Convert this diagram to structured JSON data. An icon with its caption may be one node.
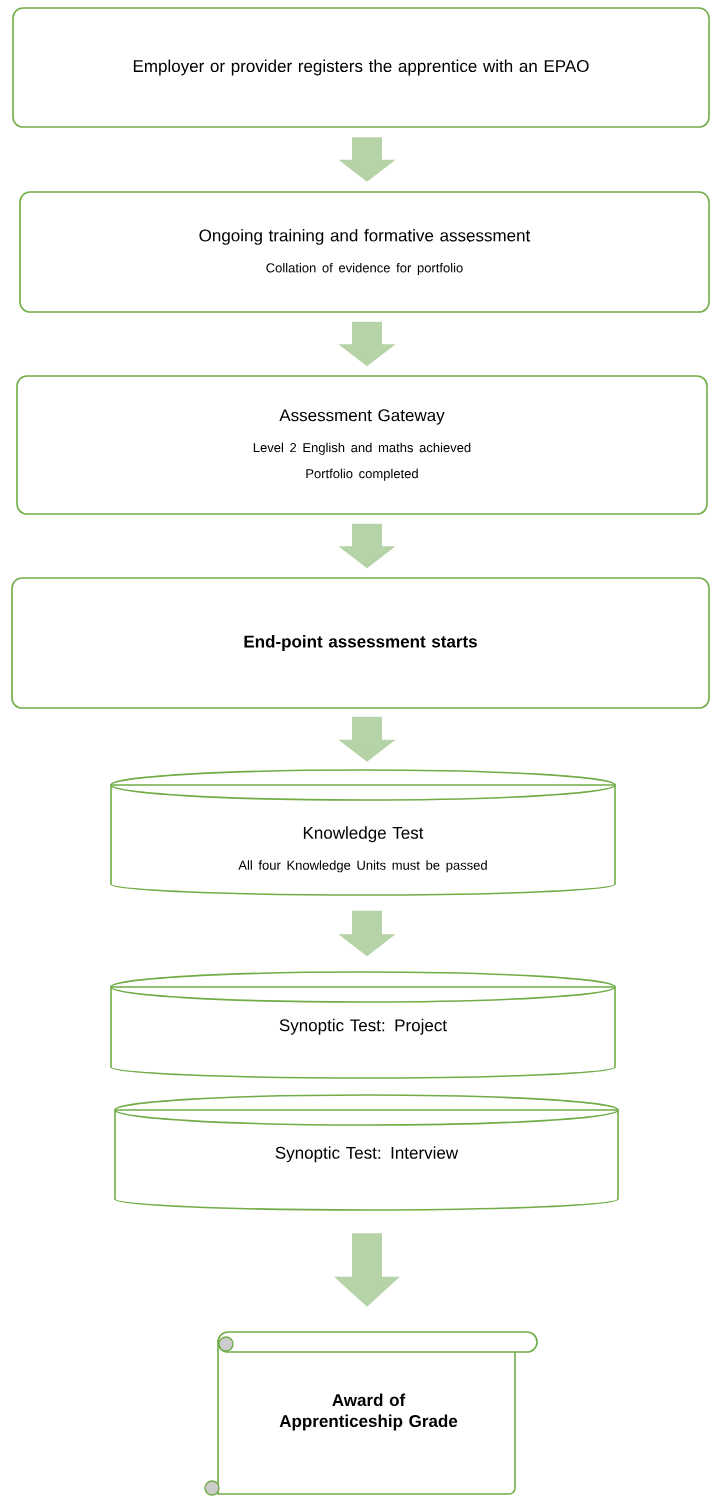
{
  "diagram": {
    "nodes": [
      {
        "text": [
          "Employer or provider registers the apprentice with an EPAO"
        ]
      },
      {
        "text": [
          "Ongoing training and formative assessment",
          "Collation of evidence for portfolio"
        ]
      },
      {
        "text": [
          "Assessment Gateway",
          "Level 2 English and maths achieved",
          "Portfolio completed"
        ]
      },
      {
        "text": [
          "End-point assessment starts"
        ]
      },
      {
        "text": [
          "Knowledge Test",
          "All four Knowledge Units must be passed"
        ]
      },
      {
        "text": [
          "Synoptic Test: Project"
        ]
      },
      {
        "text": [
          "Synoptic Test: Interview"
        ]
      },
      {
        "text": [
          "Award of Apprenticeship Grade"
        ]
      }
    ],
    "edges": [
      {
        "from": 0,
        "to": 1,
        "arrow": "to"
      },
      {
        "from": 1,
        "to": 2,
        "arrow": "to"
      },
      {
        "from": 2,
        "to": 3,
        "arrow": "to"
      },
      {
        "from": 3,
        "to": 4,
        "arrow": "to"
      },
      {
        "from": 4,
        "to": 5,
        "arrow": "to"
      },
      {
        "from": 6,
        "to": 7,
        "arrow": "to"
      }
    ]
  }
}
